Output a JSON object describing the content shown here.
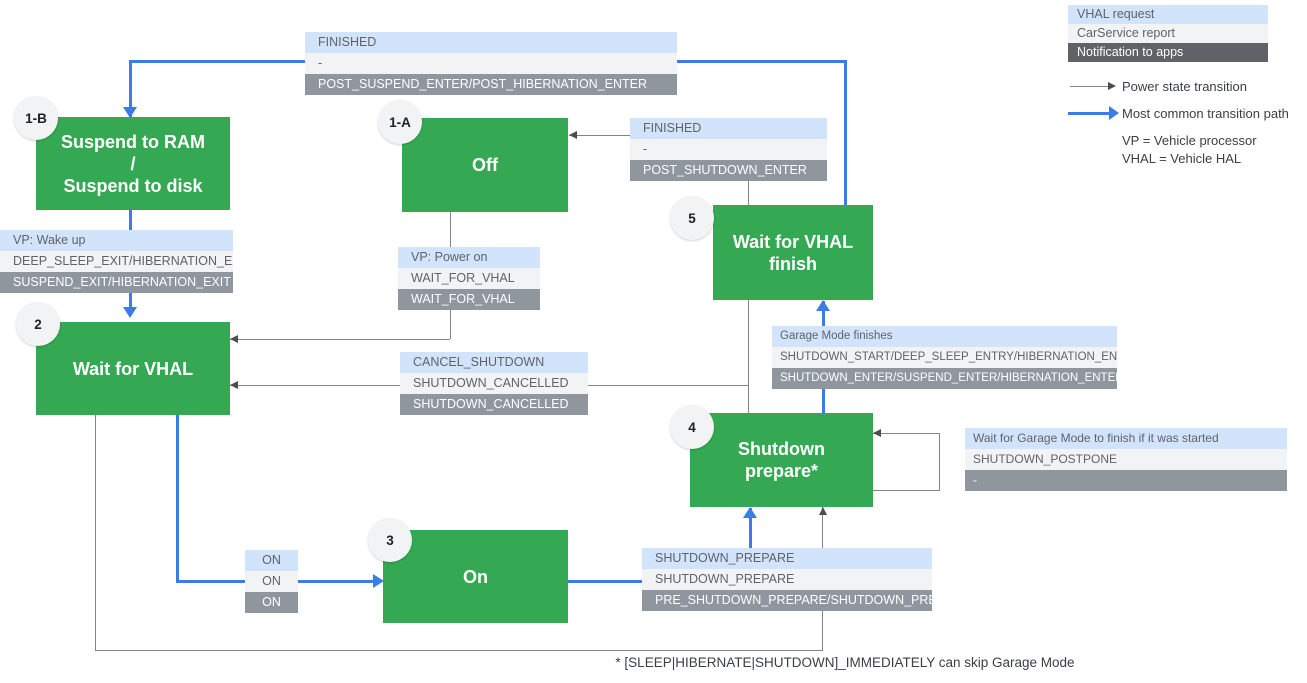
{
  "legend": {
    "rows": [
      {
        "label": "VHAL request"
      },
      {
        "label": "CarService report"
      },
      {
        "label": "Notification to apps"
      }
    ],
    "gray_arrow_label": "Power state transition",
    "blue_arrow_label": "Most common transition path",
    "abbreviations": {
      "vp": "VP = Vehicle processor",
      "vhal": "VHAL = Vehicle HAL"
    }
  },
  "states": [
    {
      "badge": "1-B",
      "lines": [
        "Suspend to RAM",
        "/",
        "Suspend to disk"
      ]
    },
    {
      "badge": "1-A",
      "lines": [
        "Off"
      ]
    },
    {
      "badge": "2",
      "lines": [
        "Wait for VHAL"
      ]
    },
    {
      "badge": "3",
      "lines": [
        "On"
      ]
    },
    {
      "badge": "4",
      "lines": [
        "Shutdown",
        "prepare*"
      ]
    },
    {
      "badge": "5",
      "lines": [
        "Wait for VHAL",
        "finish"
      ]
    }
  ],
  "labels": [
    {
      "request": "FINISHED",
      "report": "-",
      "notification": "POST_SUSPEND_ENTER/POST_HIBERNATION_ENTER"
    },
    {
      "request": "FINISHED",
      "report": "-",
      "notification": "POST_SHUTDOWN_ENTER"
    },
    {
      "request": "VP: Wake up",
      "report": "DEEP_SLEEP_EXIT/HIBERNATION_EXIT",
      "notification": "SUSPEND_EXIT/HIBERNATION_EXIT"
    },
    {
      "request": "VP: Power on",
      "report": "WAIT_FOR_VHAL",
      "notification": "WAIT_FOR_VHAL"
    },
    {
      "request": "Garage Mode finishes",
      "report": "SHUTDOWN_START/DEEP_SLEEP_ENTRY/HIBERNATION_ENTRY",
      "notification": "SHUTDOWN_ENTER/SUSPEND_ENTER/HIBERNATION_ENTER"
    },
    {
      "request": "CANCEL_SHUTDOWN",
      "report": "SHUTDOWN_CANCELLED",
      "notification": "SHUTDOWN_CANCELLED"
    },
    {
      "request": "Wait for Garage Mode to finish if it was started",
      "report": "SHUTDOWN_POSTPONE",
      "notification": "-"
    },
    {
      "request": "ON",
      "report": "ON",
      "notification": "ON"
    },
    {
      "request": "SHUTDOWN_PREPARE",
      "report": "SHUTDOWN_PREPARE",
      "notification": "PRE_SHUTDOWN_PREPARE/SHUTDOWN_PREPARE"
    }
  ],
  "footnote": "* [SLEEP|HIBERNATE|SHUTDOWN]_IMMEDIATELY can skip Garage Mode",
  "colors": {
    "green": "#34a853",
    "blue": "#3d7ce8",
    "line-gray": "#7f868c",
    "request-bg": "#d2e3fc",
    "report-bg": "#f1f3f4",
    "notif-bg": "#8f969e",
    "legend-notif-bg": "#5f6368"
  }
}
